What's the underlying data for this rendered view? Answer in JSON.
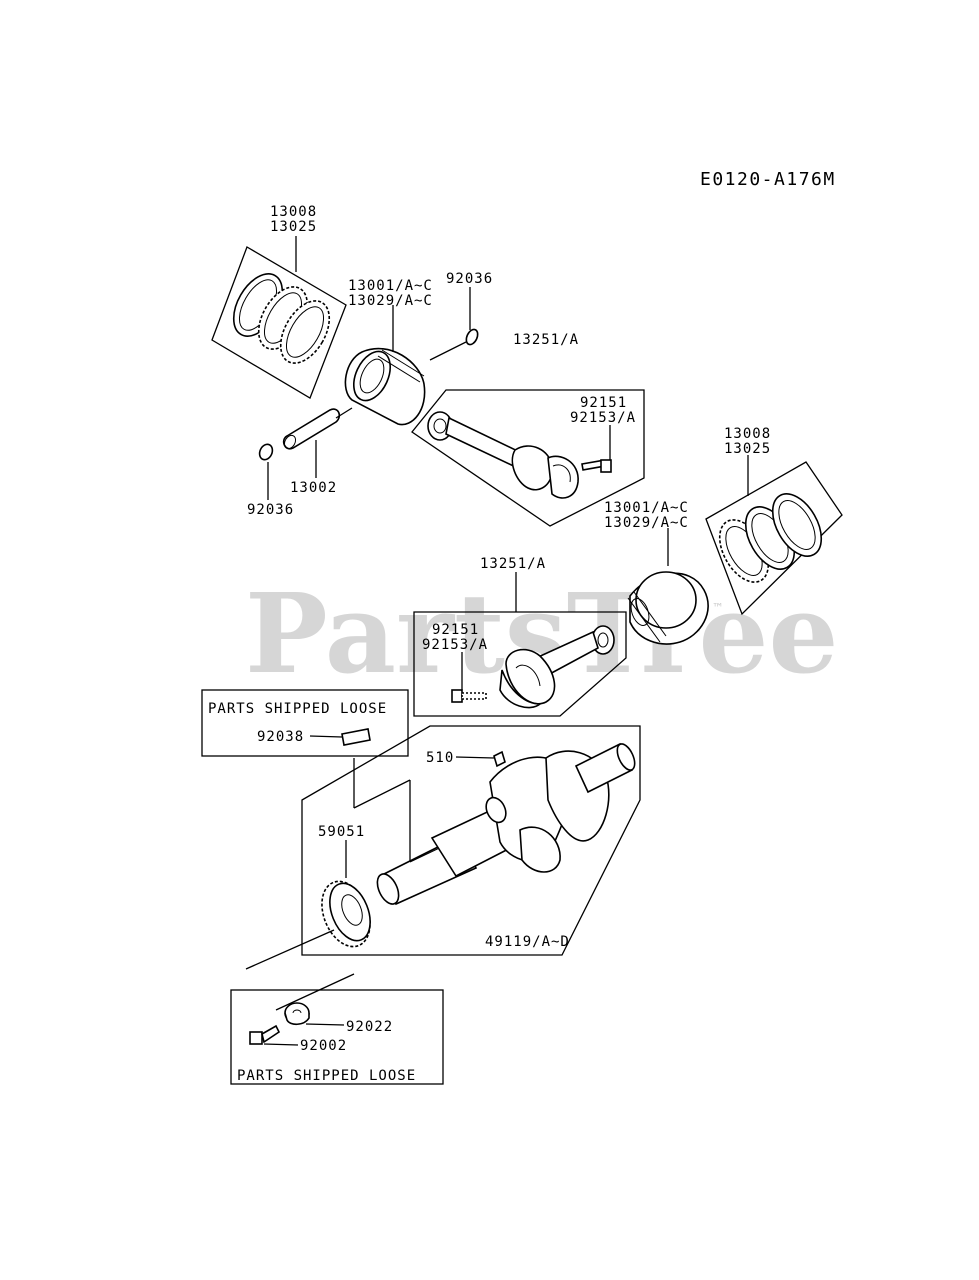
{
  "diagram": {
    "code": "E0120-A176M",
    "watermark": "PartsTree",
    "watermark_tm": "™",
    "labels": {
      "rings_top_1": "13008",
      "rings_top_2": "13025",
      "piston_top_1": "13001/A~C",
      "piston_top_2": "13029/A~C",
      "clip_top": "92036",
      "rod_top": "13251/A",
      "bolt_top_1": "92151",
      "bolt_top_2": "92153/A",
      "pin": "13002",
      "clip_left": "92036",
      "rings_right_1": "13008",
      "rings_right_2": "13025",
      "piston_right_1": "13001/A~C",
      "piston_right_2": "13029/A~C",
      "rod_mid": "13251/A",
      "bolt_mid_1": "92151",
      "bolt_mid_2": "92153/A",
      "loose_top": "PARTS SHIPPED LOOSE",
      "key": "92038",
      "pin510": "510",
      "gear": "59051",
      "crank": "49119/A~D",
      "washer": "92022",
      "bolt_bottom": "92002",
      "loose_bottom": "PARTS SHIPPED LOOSE"
    }
  }
}
